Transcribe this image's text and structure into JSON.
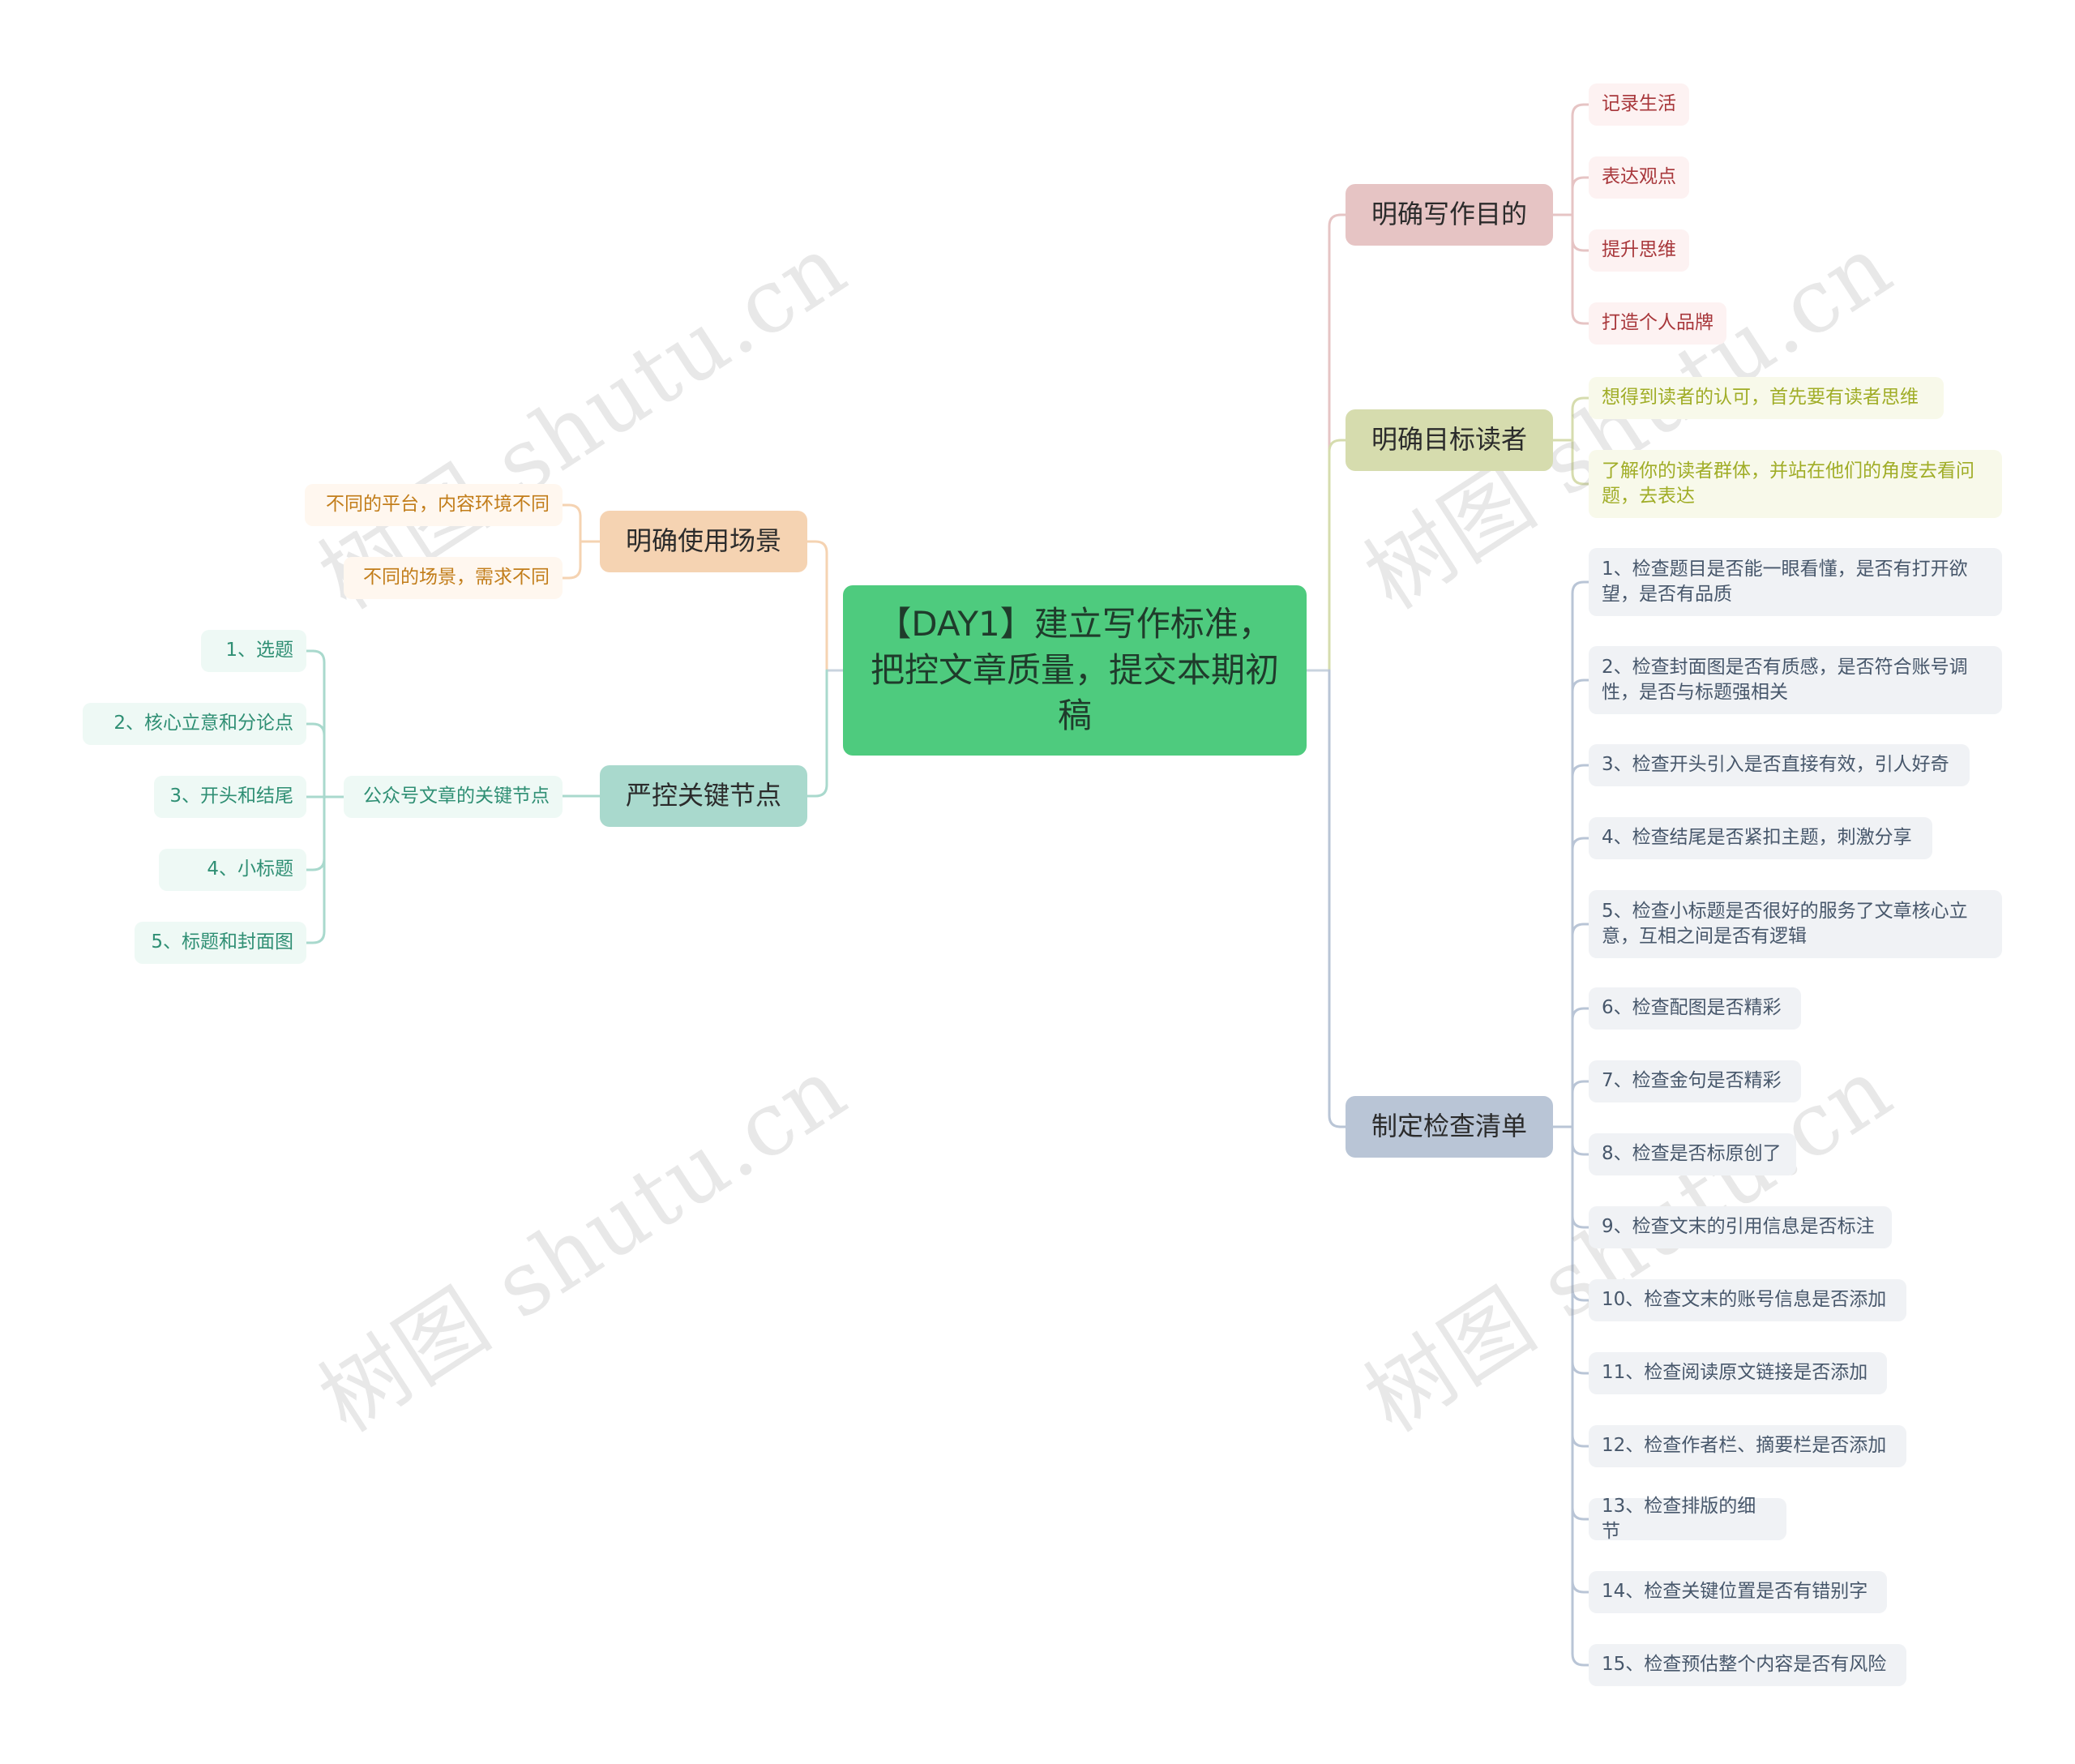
{
  "root": {
    "label": "【DAY1】建立写作标准，把控文章质量，提交本期初稿"
  },
  "branches": {
    "purpose": {
      "label": "明确写作目的",
      "items": [
        "记录生活",
        "表达观点",
        "提升思维",
        "打造个人品牌"
      ]
    },
    "reader": {
      "label": "明确目标读者",
      "items": [
        "想得到读者的认可，首先要有读者思维",
        "了解你的读者群体，并站在他们的角度去看问题，去表达"
      ]
    },
    "checklist": {
      "label": "制定检查清单",
      "items": [
        "1、检查题目是否能一眼看懂，是否有打开欲望，是否有品质",
        "2、检查封面图是否有质感，是否符合账号调性，是否与标题强相关",
        "3、检查开头引入是否直接有效，引人好奇",
        "4、检查结尾是否紧扣主题，刺激分享",
        "5、检查小标题是否很好的服务了文章核心立意，互相之间是否有逻辑",
        "6、检查配图是否精彩",
        "7、检查金句是否精彩",
        "8、检查是否标原创了",
        "9、检查文末的引用信息是否标注",
        "10、检查文末的账号信息是否添加",
        "11、检查阅读原文链接是否添加",
        "12、检查作者栏、摘要栏是否添加",
        "13、检查排版的细节",
        "14、检查关键位置是否有错别字",
        "15、检查预估整个内容是否有风险"
      ]
    },
    "scene": {
      "label": "明确使用场景",
      "items": [
        "不同的平台，内容环境不同",
        "不同的场景，需求不同"
      ]
    },
    "keypoints": {
      "label": "严控关键节点",
      "sub": {
        "label": "公众号文章的关键节点",
        "items": [
          "1、选题",
          "2、核心立意和分论点",
          "3、开头和结尾",
          "4、小标题",
          "5、标题和封面图"
        ]
      }
    }
  },
  "watermark": "树图 shutu.cn",
  "colors": {
    "root": "#4ecb7e",
    "purpose": "#e6c4c4",
    "reader": "#d6dcae",
    "checklist": "#b9c5d6",
    "scene": "#f5d3b2",
    "keypoints": "#a9d9cd"
  }
}
